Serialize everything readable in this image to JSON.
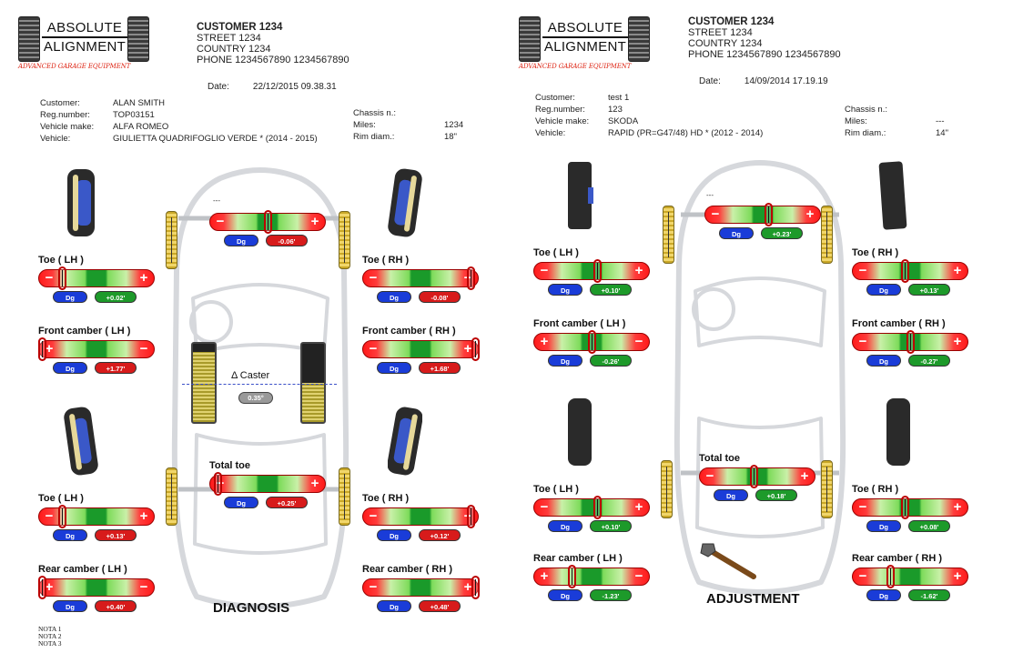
{
  "logo": {
    "line1": "ABSOLUTE",
    "line2": "ALIGNMENT",
    "tagline": "ADVANCED GARAGE EQUIPMENT"
  },
  "colors": {
    "red": "#d71b1b",
    "green": "#1d9a2a",
    "dg_blue": "#1a3cd8",
    "tire_yellow": "#f1d66b"
  },
  "reports": [
    {
      "customer_block": {
        "name": "CUSTOMER 1234",
        "street": "STREET 1234",
        "country": "COUNTRY 1234",
        "phone": "PHONE 1234567890 1234567890"
      },
      "date_label": "Date:",
      "date_value": "22/12/2015  09.38.31",
      "fields": {
        "customer_label": "Customer:",
        "customer": "ALAN SMITH",
        "reg_label": "Reg.number:",
        "reg": "TOP03151",
        "make_label": "Vehicle make:",
        "make": "ALFA ROMEO",
        "vehicle_label": "Vehicle:",
        "vehicle": "GIULIETTA QUADRIFOGLIO VERDE * (2014 - 2015)",
        "chassis_label": "Chassis n.:",
        "chassis": "",
        "miles_label": "Miles:",
        "miles": "1234",
        "rim_label": "Rim diam.:",
        "rim": "18\""
      },
      "front_dashes": "---",
      "measurements": {
        "front_total": {
          "label": "",
          "dg": "Dg",
          "value": "-0.06'",
          "pointer": 0.5,
          "status": "red"
        },
        "toe_lh": {
          "label": "Toe ( LH )",
          "dg": "Dg",
          "value": "+0.02'",
          "pointer": 0.2,
          "status": "grn"
        },
        "toe_rh": {
          "label": "Toe ( RH )",
          "dg": "Dg",
          "value": "-0.08'",
          "pointer": 0.93,
          "status": "red"
        },
        "camber_lh": {
          "label": "Front camber ( LH )",
          "dg": "Dg",
          "value": "+1.77'",
          "pointer": 0.03,
          "status": "red"
        },
        "camber_rh": {
          "label": "Front camber ( RH )",
          "dg": "Dg",
          "value": "+1.68'",
          "pointer": 0.97,
          "status": "red"
        },
        "rear_total": {
          "label": "Total toe",
          "dg": "Dg",
          "value": "+0.25'",
          "pointer": 0.07,
          "status": "red"
        },
        "rtoe_lh": {
          "label": "Toe ( LH )",
          "dg": "Dg",
          "value": "+0.13'",
          "pointer": 0.2,
          "status": "red"
        },
        "rtoe_rh": {
          "label": "Toe ( RH )",
          "dg": "Dg",
          "value": "+0.12'",
          "pointer": 0.93,
          "status": "red"
        },
        "rcamber_lh": {
          "label": "Rear camber ( LH )",
          "dg": "Dg",
          "value": "+0.40'",
          "pointer": 0.03,
          "status": "red"
        },
        "rcamber_rh": {
          "label": "Rear camber ( RH )",
          "dg": "Dg",
          "value": "+0.48'",
          "pointer": 0.97,
          "status": "red"
        }
      },
      "caster": {
        "title": "Δ Caster",
        "value": "0.35°",
        "left_fill": 0.9,
        "right_fill": 0.5
      },
      "mode_title": "DIAGNOSIS",
      "notes": [
        "NOTA 1",
        "NOTA 2",
        "NOTA 3"
      ]
    },
    {
      "customer_block": {
        "name": "CUSTOMER 1234",
        "street": "STREET 1234",
        "country": "COUNTRY 1234",
        "phone": "PHONE 1234567890 1234567890"
      },
      "date_label": "Date:",
      "date_value": "14/09/2014  17.19.19",
      "fields": {
        "customer_label": "Customer:",
        "customer": "test 1",
        "reg_label": "Reg.number:",
        "reg": "123",
        "make_label": "Vehicle make:",
        "make": "SKODA",
        "vehicle_label": "Vehicle:",
        "vehicle": "RAPID (PR=G47/48) HD * (2012 - 2014)",
        "chassis_label": "Chassis n.:",
        "chassis": "",
        "miles_label": "Miles:",
        "miles": "---",
        "rim_label": "Rim diam.:",
        "rim": "14\""
      },
      "front_dashes": "---",
      "measurements": {
        "front_total": {
          "label": "",
          "dg": "Dg",
          "value": "+0.23'",
          "pointer": 0.55,
          "status": "grn"
        },
        "toe_lh": {
          "label": "Toe ( LH )",
          "dg": "Dg",
          "value": "+0.10'",
          "pointer": 0.55,
          "status": "grn"
        },
        "toe_rh": {
          "label": "Toe ( RH )",
          "dg": "Dg",
          "value": "+0.13'",
          "pointer": 0.45,
          "status": "grn"
        },
        "camber_lh": {
          "label": "Front camber ( LH )",
          "dg": "Dg",
          "value": "-0.26'",
          "pointer": 0.5,
          "status": "grn"
        },
        "camber_rh": {
          "label": "Front camber ( RH )",
          "dg": "Dg",
          "value": "-0.27'",
          "pointer": 0.5,
          "status": "grn"
        },
        "rear_total": {
          "label": "Total toe",
          "dg": "Dg",
          "value": "+0.18'",
          "pointer": 0.47,
          "status": "grn"
        },
        "rtoe_lh": {
          "label": "Toe ( LH )",
          "dg": "Dg",
          "value": "+0.10'",
          "pointer": 0.55,
          "status": "grn"
        },
        "rtoe_rh": {
          "label": "Toe ( RH )",
          "dg": "Dg",
          "value": "+0.08'",
          "pointer": 0.45,
          "status": "grn"
        },
        "rcamber_lh": {
          "label": "Rear camber ( LH )",
          "dg": "Dg",
          "value": "-1.23'",
          "pointer": 0.33,
          "status": "grn"
        },
        "rcamber_rh": {
          "label": "Rear camber ( RH )",
          "dg": "Dg",
          "value": "-1.62'",
          "pointer": 0.33,
          "status": "grn"
        }
      },
      "mode_title": "ADJUSTMENT"
    }
  ]
}
